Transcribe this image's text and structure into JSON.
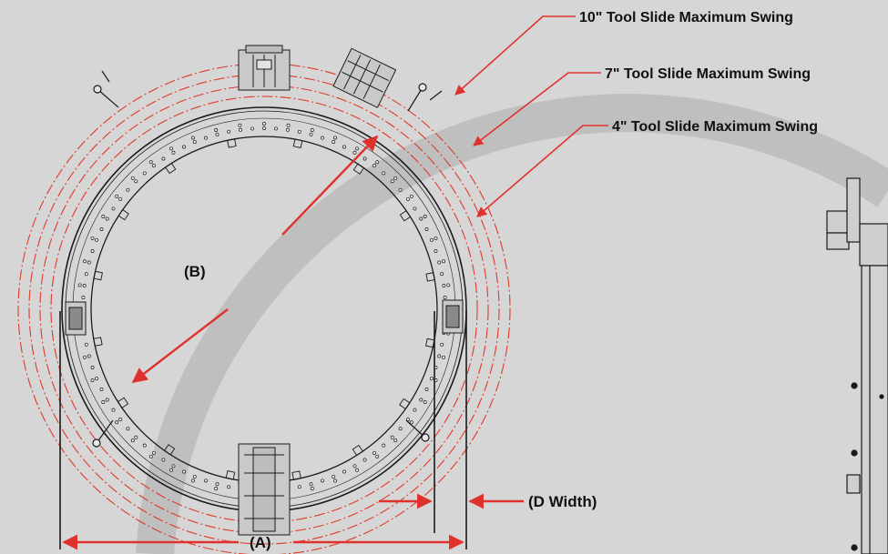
{
  "labels": {
    "swing_10": "10\" Tool Slide Maximum Swing",
    "swing_7": "7\" Tool Slide Maximum Swing",
    "swing_4": "4\" Tool Slide Maximum Swing",
    "dim_a": "(A)",
    "dim_b": "(B)",
    "dim_d": "(D Width)"
  },
  "colors": {
    "background": "#d6d6d6",
    "arc_band": "#bfbfbf",
    "leader_red": "#e0322d",
    "swing_circle_red": "#e03a2a",
    "drawing_line": "#1a1a1a"
  },
  "icons": {
    "clamp_left": "clamp-icon",
    "clamp_right": "clamp-icon",
    "tool_module_top": "tool-module-icon",
    "tool_module_bottom": "tool-module-icon"
  }
}
